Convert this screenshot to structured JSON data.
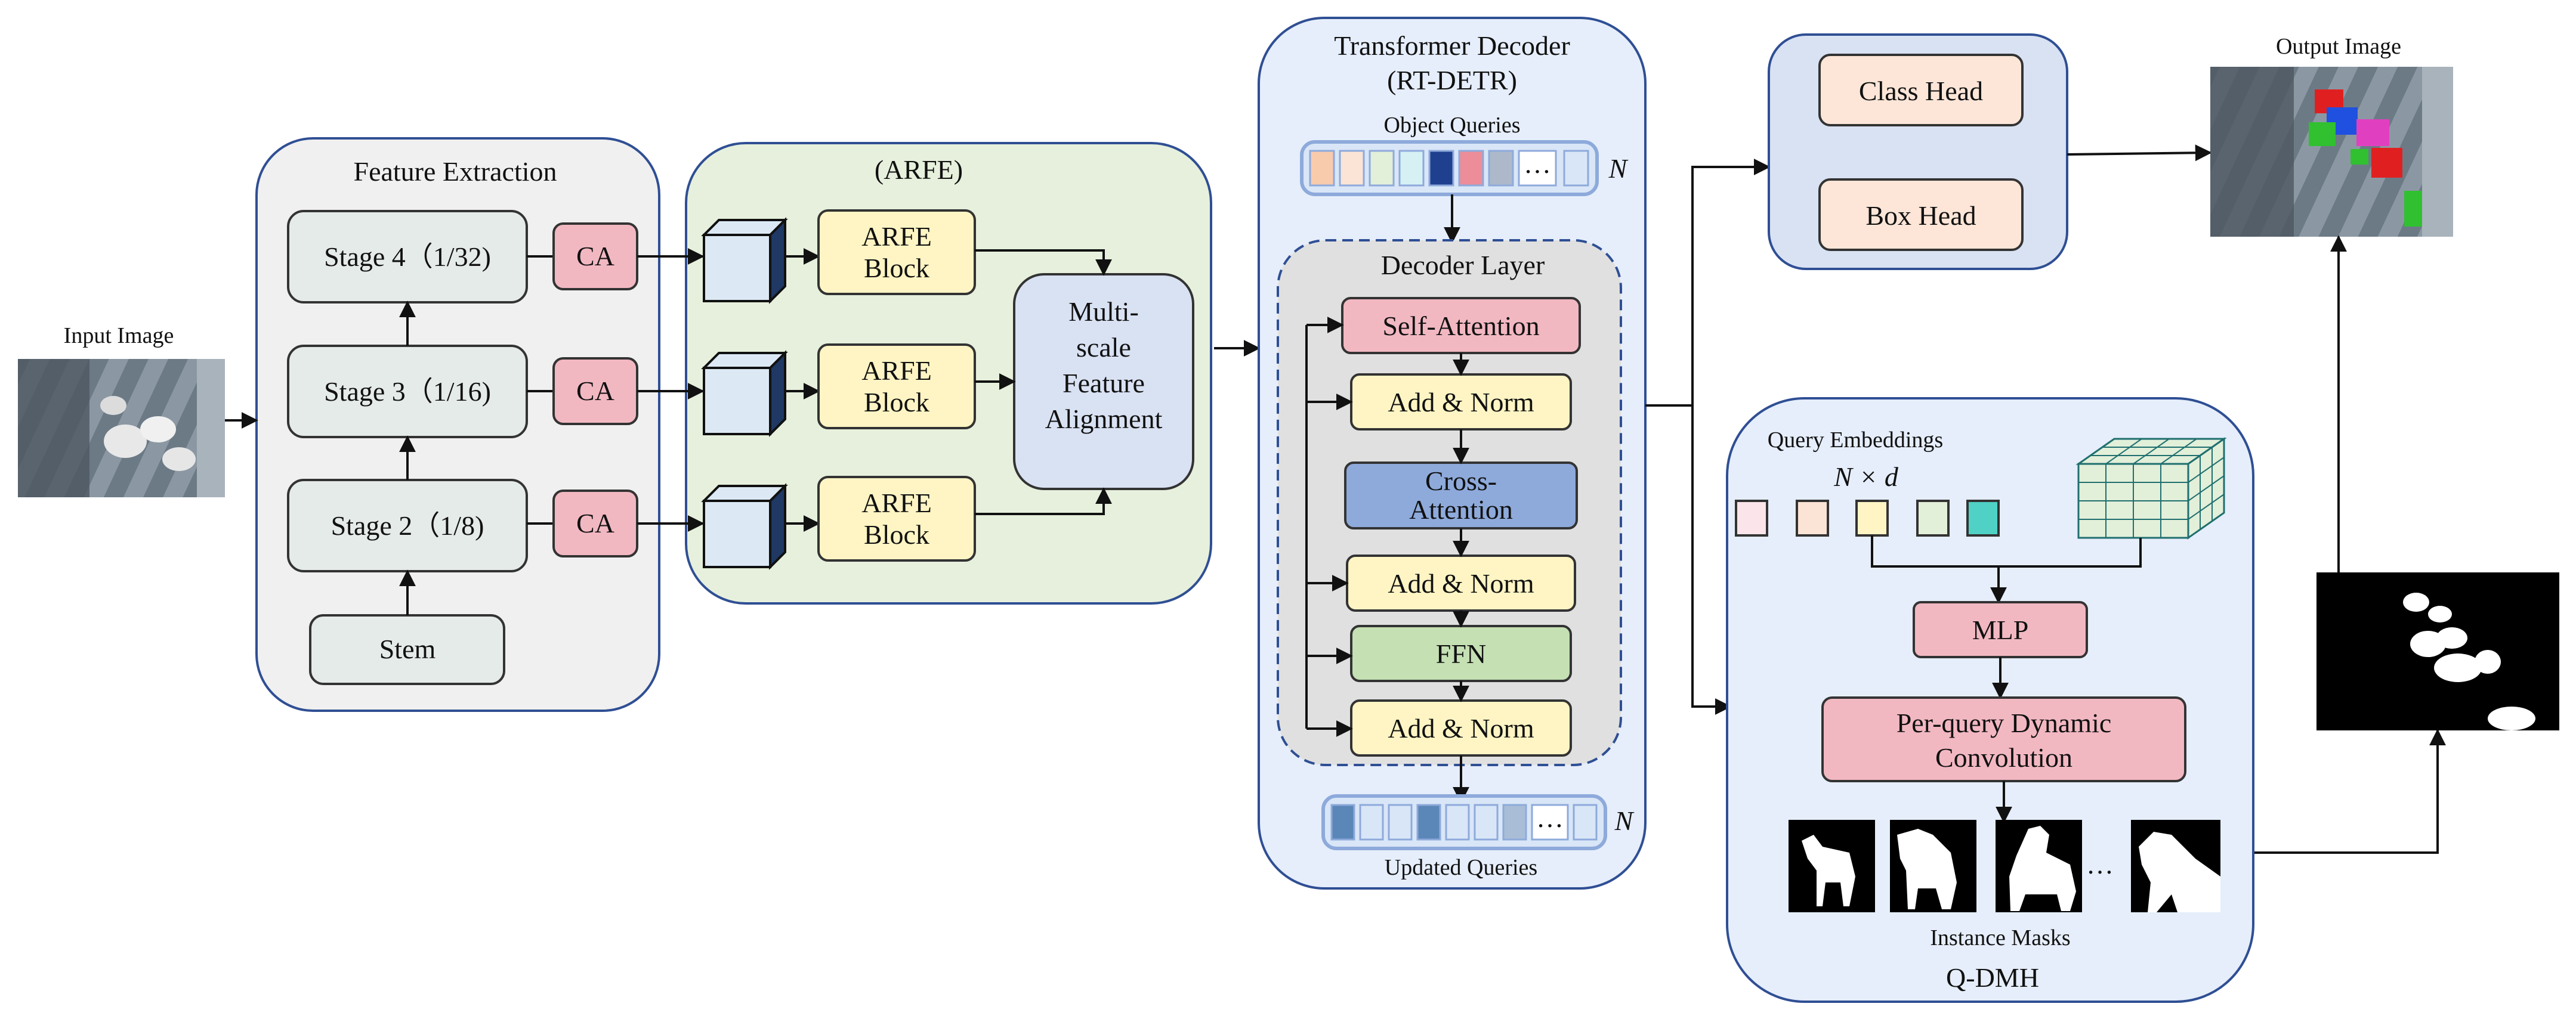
{
  "input": {
    "label": "Input Image"
  },
  "feature_extraction": {
    "title": "Feature Extraction",
    "stage4": "Stage 4（1/32)",
    "stage3": "Stage 3（1/16)",
    "stage2": "Stage 2（1/8)",
    "stem": "Stem",
    "ca": "CA"
  },
  "arfe": {
    "title": "(ARFE)",
    "block_line1": "ARFE",
    "block_line2": "Block",
    "align_line1": "Multi-",
    "align_line2": "scale",
    "align_line3": "Feature",
    "align_line4": "Alignment"
  },
  "decoder": {
    "title_line1": "Transformer Decoder",
    "title_line2": "(RT-DETR)",
    "object_queries": "Object Queries",
    "n": "N",
    "dots": "…",
    "layer_title": "Decoder Layer",
    "self_attention": "Self-Attention",
    "add_norm": "Add & Norm",
    "cross_line1": "Cross-",
    "cross_line2": "Attention",
    "ffn": "FFN",
    "updated_queries": "Updated Queries"
  },
  "heads": {
    "class_head": "Class Head",
    "box_head": "Box Head"
  },
  "output": {
    "label": "Output Image"
  },
  "qdmh": {
    "title": "Q-DMH",
    "query_embeddings": "Query Embeddings",
    "nxd": "N × d",
    "mlp": "MLP",
    "dyn_line1": "Per-query Dynamic",
    "dyn_line2": "Convolution",
    "instance_masks": "Instance Masks",
    "dots": "…"
  },
  "colors": {
    "panel_stroke": "#2f4f94",
    "gray_panel": "#f0f0f0",
    "green_panel": "#e6f0dc",
    "blue_panel": "#e6eefb",
    "stage_fill": "#e5ebe8",
    "ca_fill": "#f2b8c2",
    "arfe_fill": "#fff5c4",
    "align_fill": "#d9e2f3",
    "cross_fill": "#8eaadb",
    "ffn_fill": "#c5e0b3",
    "head_fill": "#fde6d8"
  }
}
